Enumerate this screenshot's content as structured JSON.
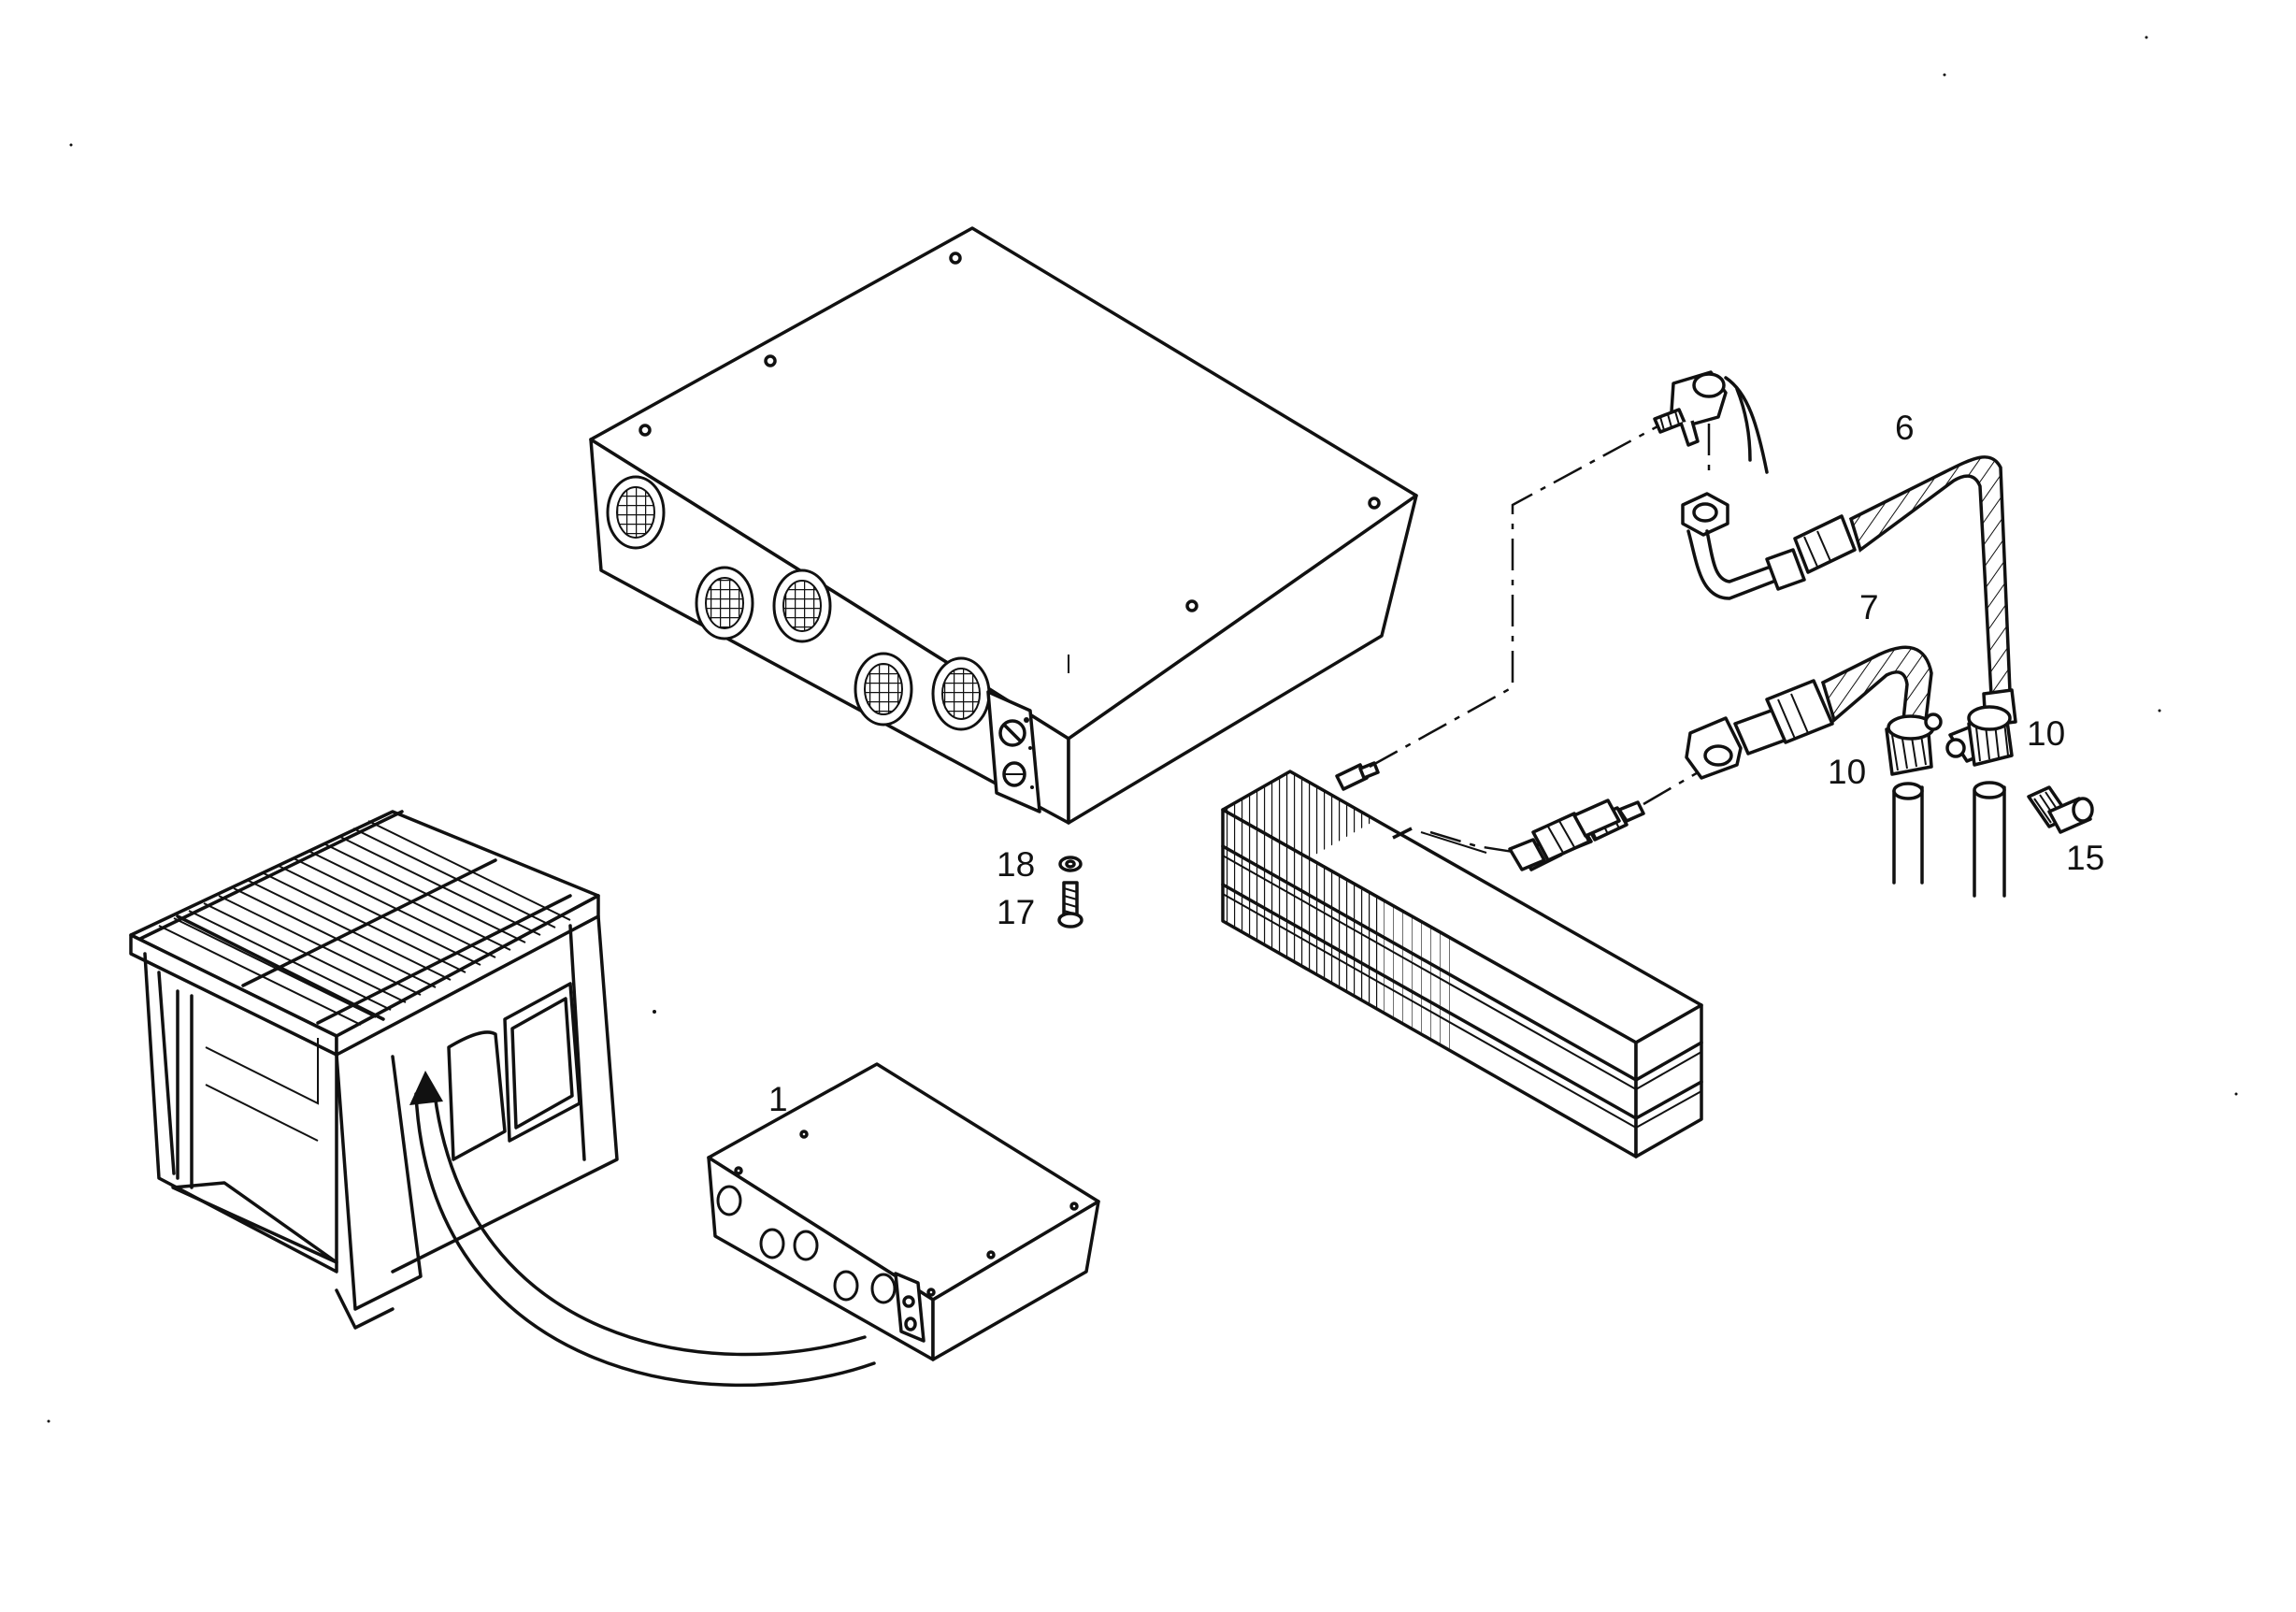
{
  "callouts": {
    "c1": "1",
    "c6": "6",
    "c7": "7",
    "c10a": "10",
    "c10b": "10",
    "c15": "15",
    "c17": "17",
    "c18": "18"
  }
}
